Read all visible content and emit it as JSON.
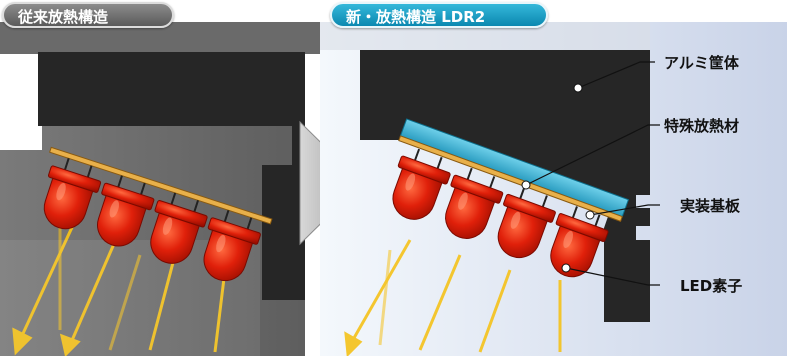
{
  "titles": {
    "old": "従来放熱構造",
    "new": "新・放熱構造 LDR2"
  },
  "labels": {
    "housing": "アルミ筐体",
    "heat_material": "特殊放熱材",
    "board": "実装基板",
    "led": "LED素子"
  },
  "colors": {
    "housing": "#262626",
    "heat_material": "#3cb4d6",
    "board": "#e8b04a",
    "led": "#e0200a",
    "light": "#f5c21a",
    "old_background": "#6e6e6e",
    "arrow": "#b5b5b5"
  }
}
